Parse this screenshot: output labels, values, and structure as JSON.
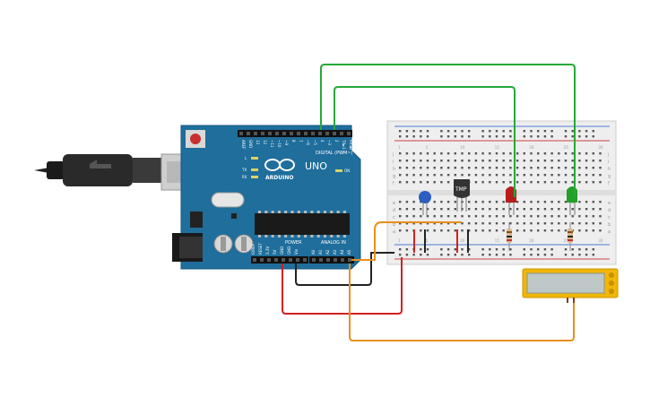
{
  "arduino": {
    "brand": "ARDUINO",
    "model": "UNO",
    "digital_label": "DIGITAL (PWM~)",
    "power_label": "POWER",
    "analog_label": "ANALOG IN",
    "on_label": "ON",
    "led_l": "L",
    "led_tx": "TX",
    "led_rx": "RX",
    "digital_pins": [
      "AREF",
      "GND",
      "13",
      "12",
      "~11",
      "~10",
      "~9",
      "8",
      "7",
      "~6",
      "~5",
      "4",
      "~3",
      "2",
      "TX►1",
      "RX◄0"
    ],
    "power_pins": [
      "IOREF",
      "RESET",
      "3.3V",
      "5V",
      "GND",
      "GND",
      "Vin"
    ],
    "analog_pins": [
      "A0",
      "A1",
      "A2",
      "A3",
      "A4",
      "A5"
    ]
  },
  "sensor": {
    "label": "TMP"
  },
  "breadboard": {
    "row_letters_top": [
      "j",
      "i",
      "h",
      "g",
      "f"
    ],
    "row_letters_bottom": [
      "e",
      "d",
      "c",
      "b",
      "a"
    ],
    "col_numbers": [
      "1",
      "5",
      "10",
      "15",
      "20",
      "25",
      "30"
    ]
  },
  "colors": {
    "board": "#1f6e9c",
    "wire_green": "#27a83a",
    "wire_orange": "#e8901c",
    "wire_red": "#d42020",
    "wire_black": "#222222",
    "lcd_frame": "#f2b705"
  }
}
